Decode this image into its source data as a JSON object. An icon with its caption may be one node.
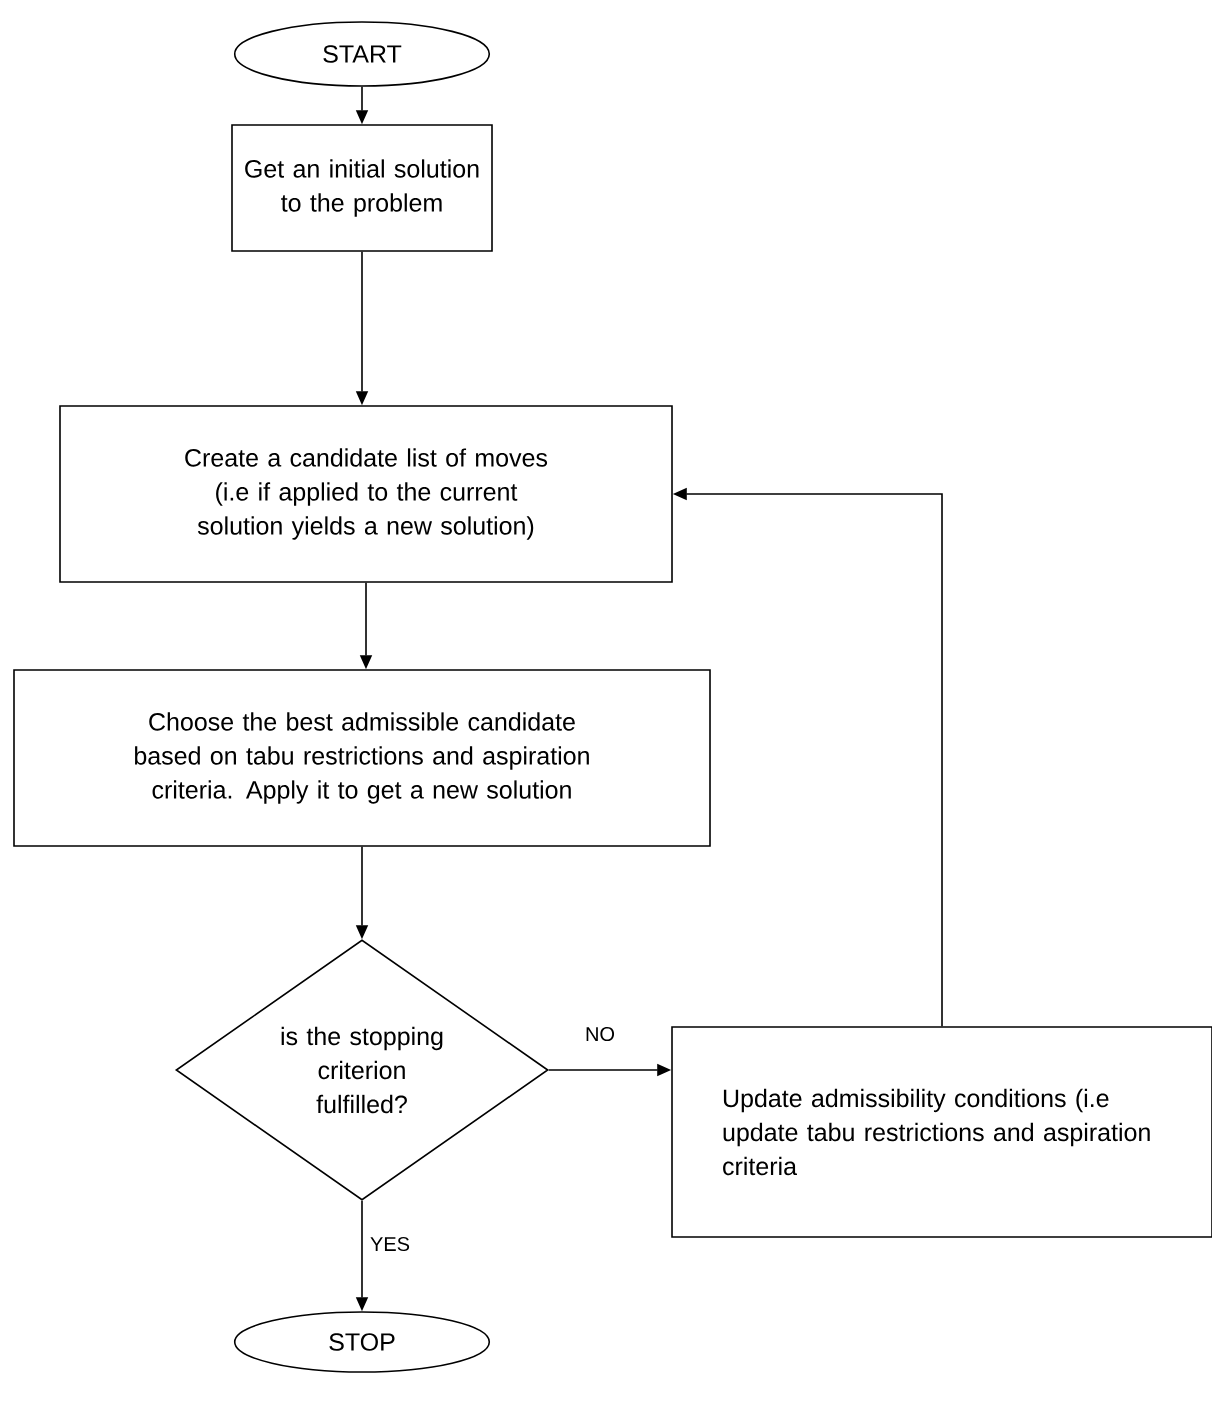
{
  "diagram": {
    "nodes": [
      {
        "text": [
          "START"
        ]
      },
      {
        "text": [
          "Get an initial solution to the problem"
        ]
      },
      {
        "text": [
          "Create a candidate list of moves (i.e if applied to the current solution yields a new solution)"
        ]
      },
      {
        "text": [
          "Choose the best admissible candidate based on tabu restrictions and aspiration criteria. Apply it to get a new solution"
        ]
      },
      {
        "text": [
          "is the stopping criterion fulfilled?"
        ]
      },
      {
        "text": [
          "Update admissibility conditions (i.e update tabu restrictions and aspiration criteria"
        ]
      },
      {
        "text": [
          "STOP"
        ]
      }
    ],
    "edges": [
      {
        "from": 0,
        "to": 1,
        "arrow": "to"
      },
      {
        "from": 1,
        "to": 2,
        "arrow": "to"
      },
      {
        "from": 2,
        "to": 3,
        "arrow": "to"
      },
      {
        "from": 3,
        "to": 4,
        "arrow": "to"
      },
      {
        "from": 4,
        "to": 5,
        "arrow": "to",
        "label": "NO"
      },
      {
        "from": 4,
        "to": 6,
        "arrow": "to",
        "label": "YES"
      },
      {
        "from": 5,
        "to": 2,
        "arrow": "to"
      }
    ]
  }
}
